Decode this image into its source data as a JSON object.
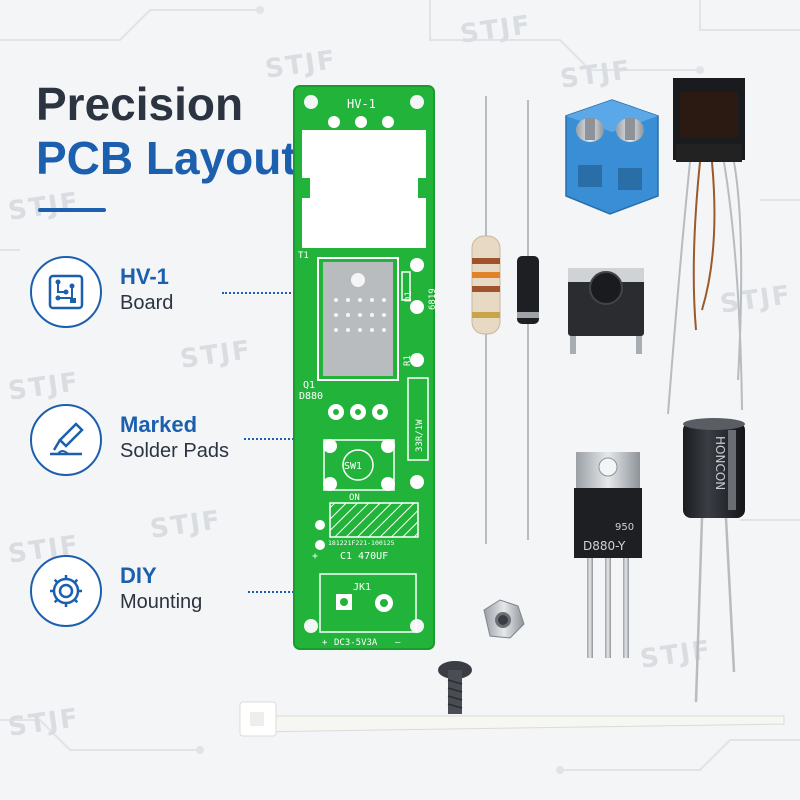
{
  "headline": {
    "line1": "Precision",
    "line2": "PCB Layout"
  },
  "watermark": "STJF",
  "features": [
    {
      "title": "HV-1",
      "subtitle": "Board",
      "icon": "pcb-icon"
    },
    {
      "title": "Marked",
      "subtitle": "Solder Pads",
      "icon": "soldering-iron-icon"
    },
    {
      "title": "DIY",
      "subtitle": "Mounting",
      "icon": "gear-icon"
    }
  ],
  "pcb": {
    "label_hv1": "HV-1",
    "label_t1": "T1",
    "label_d1": "D1",
    "label_6819": "6819",
    "label_r1": "R1",
    "label_q1": "Q1",
    "label_d880": "D880",
    "label_resistor": "33R/1W",
    "label_sw1": "SW1",
    "label_on": "ON",
    "label_cap_code": "181221F221-100125",
    "label_cap": "C1 470UF",
    "label_jk1": "JK1",
    "label_power": "DC3-5V3A",
    "label_plus": "+",
    "label_minus": "—"
  },
  "components": {
    "transistor_marking": "D880-Y",
    "transistor_code": "950",
    "capacitor_brand": "HONCON"
  },
  "colors": {
    "accent": "#1c5fae",
    "pcb_green": "#22b43a",
    "terminal_blue": "#3a8ed6"
  }
}
